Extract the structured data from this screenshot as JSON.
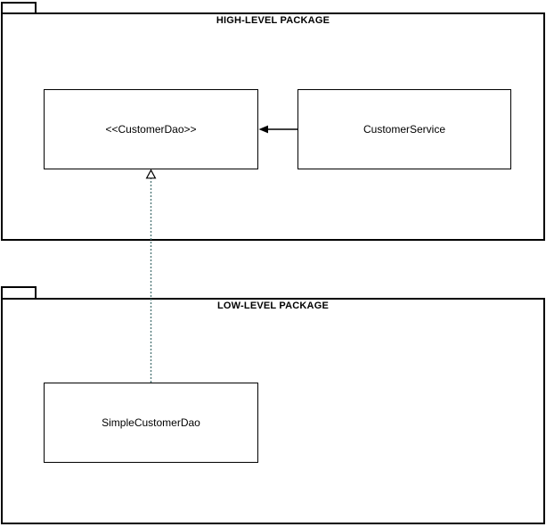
{
  "diagram": {
    "type": "uml-package-diagram",
    "colors": {
      "stroke": "#000000",
      "node_fill": "#ffffff",
      "realization_stroke": "#527a7a",
      "background": "#ffffff"
    },
    "packages": [
      {
        "title": "HIGH-LEVEL PACKAGE"
      },
      {
        "title": "LOW-LEVEL PACKAGE"
      }
    ],
    "nodes": {
      "customer_dao": {
        "label": "<<CustomerDao>>",
        "package": "HIGH-LEVEL PACKAGE"
      },
      "customer_service": {
        "label": "CustomerService",
        "package": "HIGH-LEVEL PACKAGE"
      },
      "simple_customer_dao": {
        "label": "SimpleCustomerDao",
        "package": "LOW-LEVEL PACKAGE"
      }
    },
    "edges": [
      {
        "type": "dependency",
        "from": "CustomerService",
        "to": "<<CustomerDao>>",
        "line": "solid",
        "arrowhead": "filled-arrow"
      },
      {
        "type": "realization",
        "from": "SimpleCustomerDao",
        "to": "<<CustomerDao>>",
        "line": "dashed",
        "arrowhead": "hollow-triangle"
      }
    ]
  }
}
